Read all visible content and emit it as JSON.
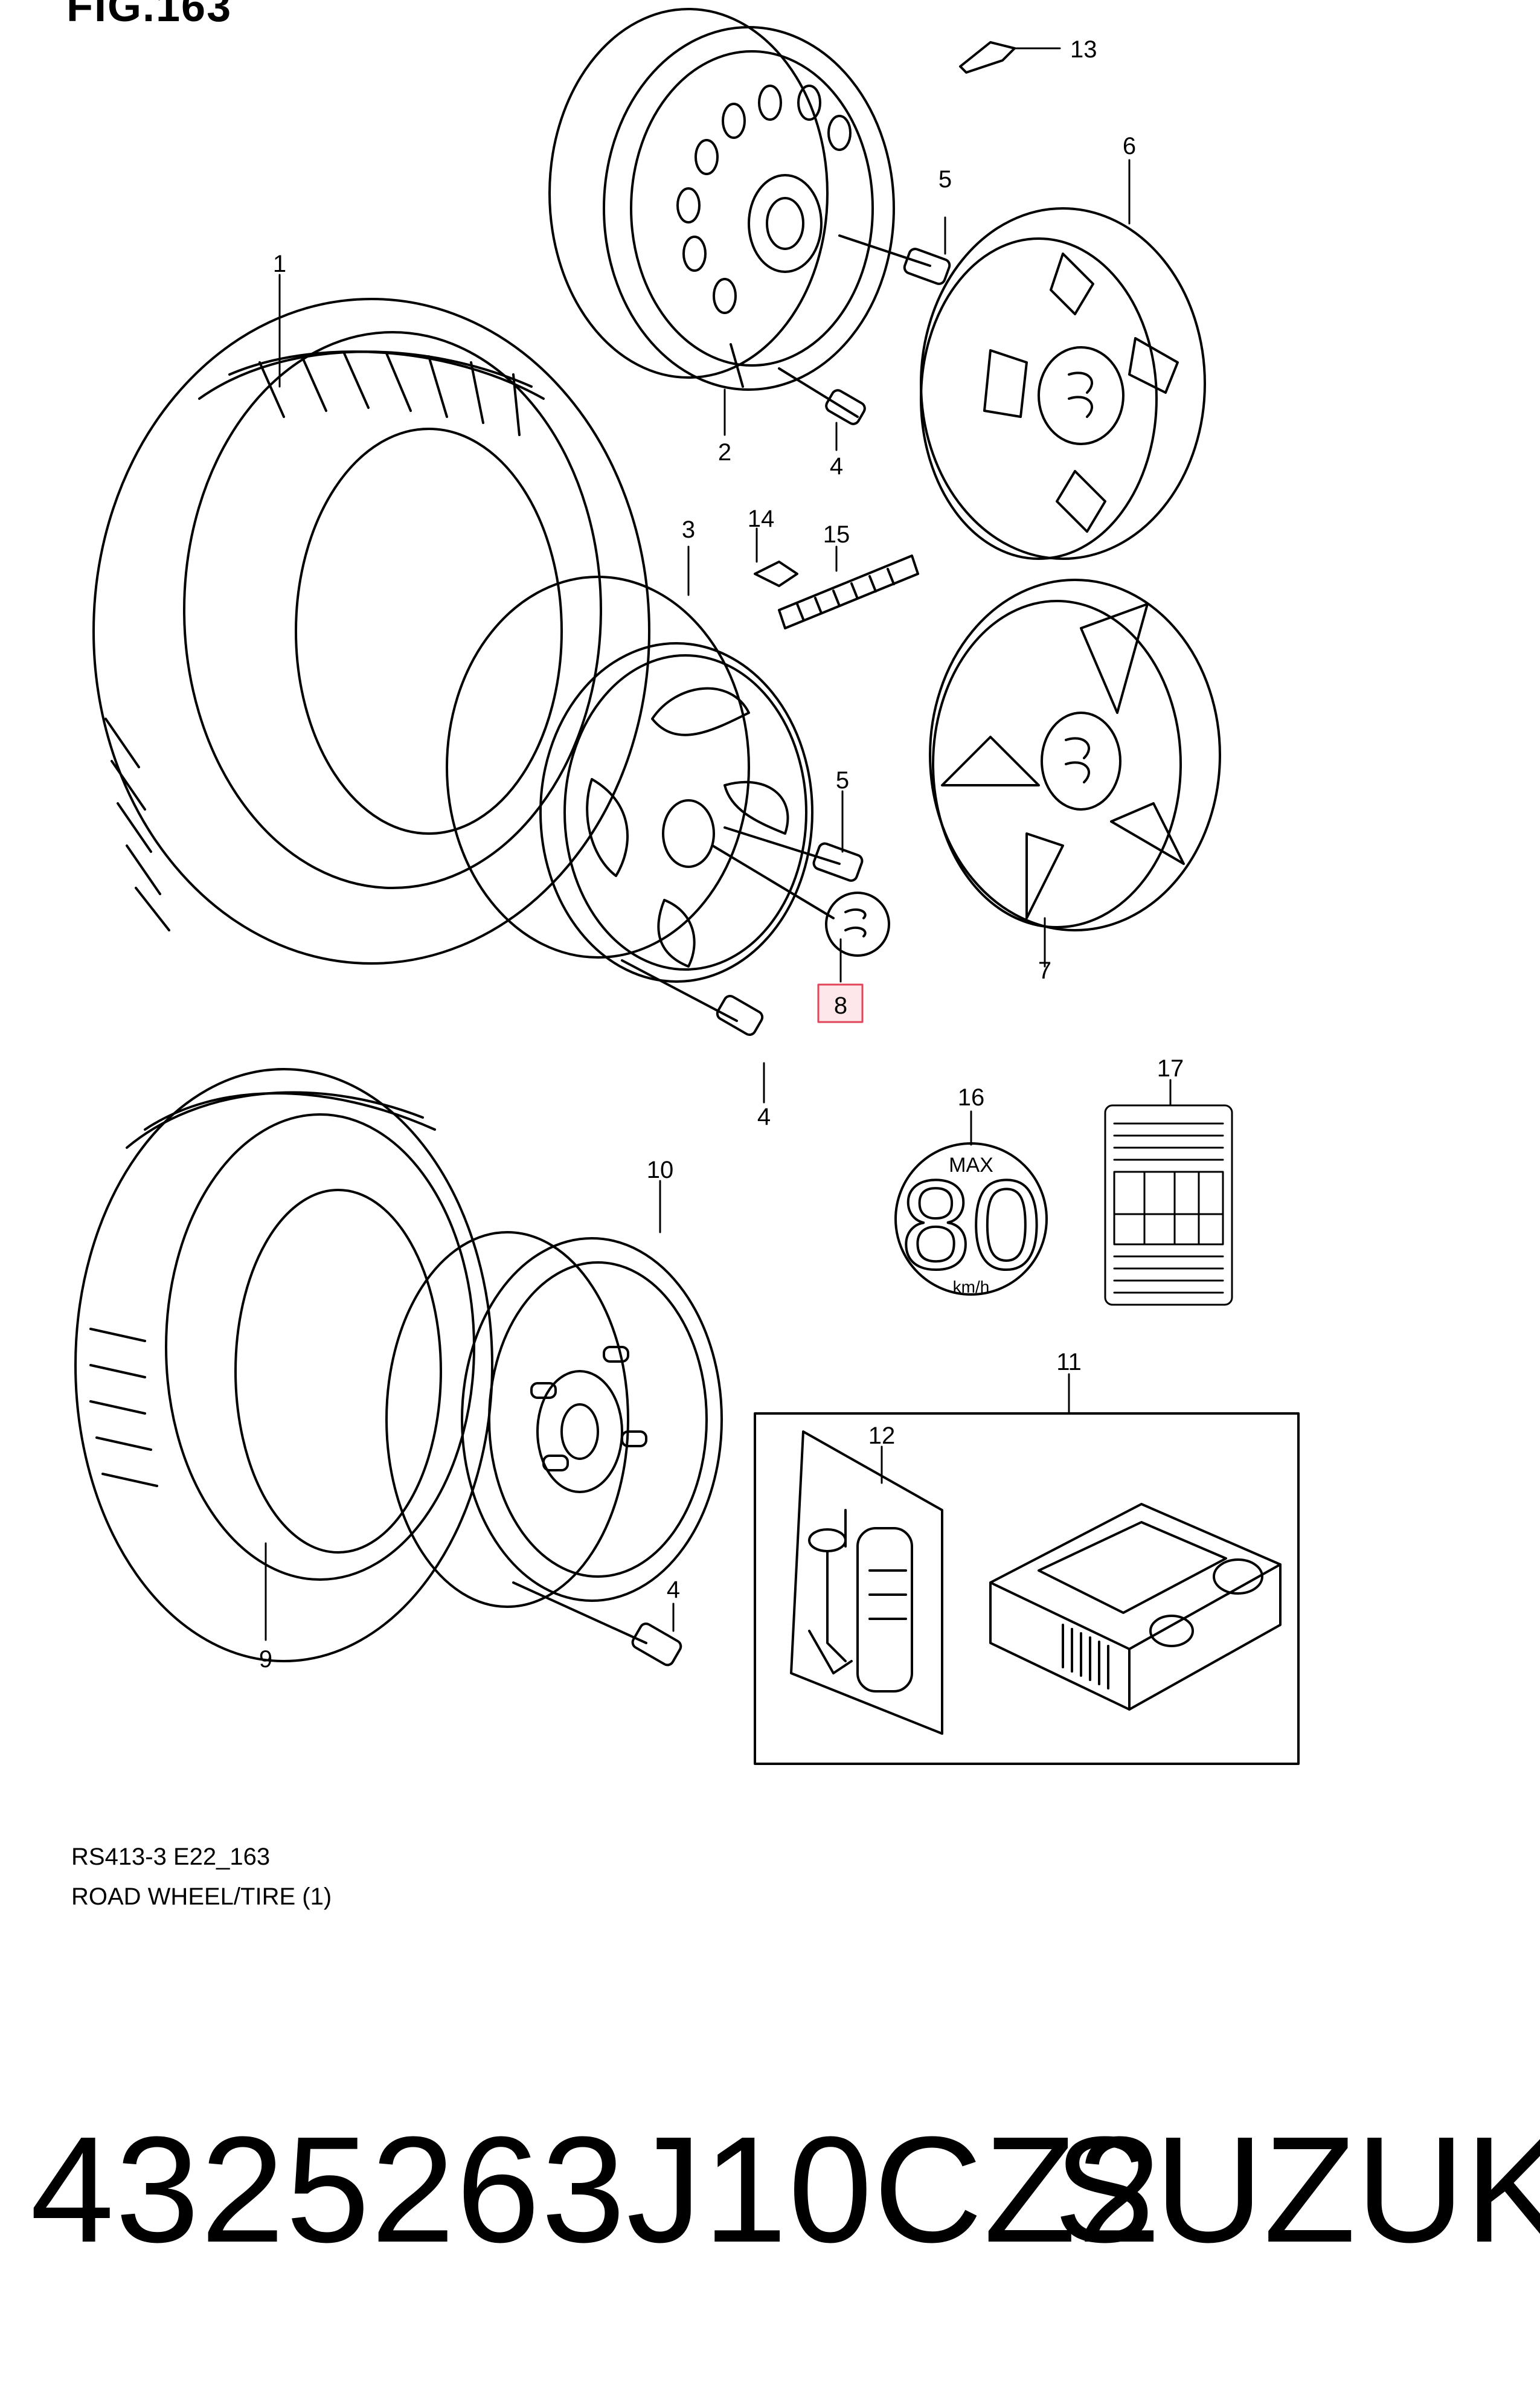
{
  "figure": {
    "fig_label": "FIG.163",
    "code": "RS413-3 E22_163",
    "title": "ROAD WHEEL/TIRE (1)"
  },
  "callouts": [
    "1",
    "2",
    "3",
    "4",
    "5",
    "6",
    "7",
    "8",
    "9",
    "10",
    "11",
    "12",
    "13",
    "14",
    "15",
    "16",
    "17"
  ],
  "highlighted_callout": "8",
  "speed_label": {
    "top": "MAX",
    "value": "80",
    "unit": "km/h"
  },
  "footer": {
    "part_number": "4325263J10CZ2",
    "brand": "SUZUKI"
  }
}
